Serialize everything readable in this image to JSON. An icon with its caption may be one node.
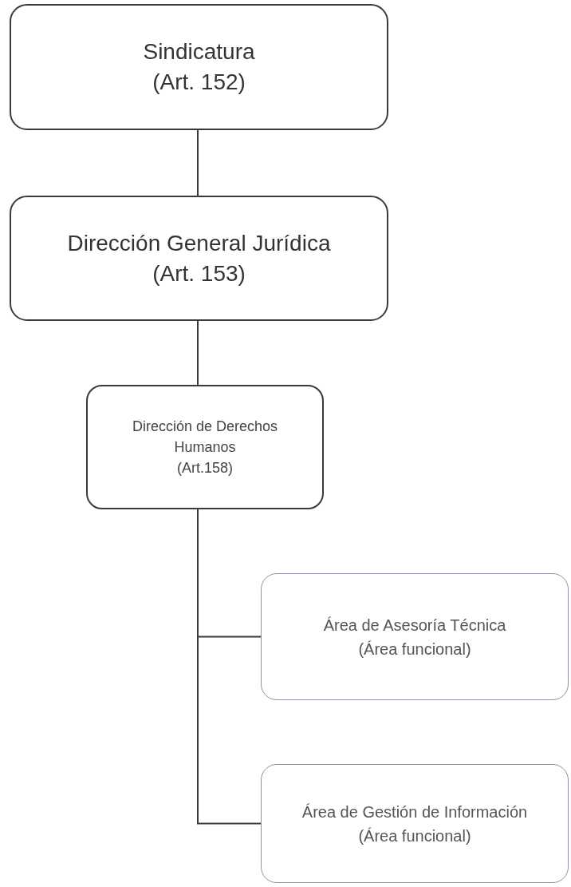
{
  "diagram": {
    "nodes": [
      {
        "text": [
          "Sindicatura",
          "(Art. 152)"
        ]
      },
      {
        "text": [
          "Dirección General Jurídica",
          "(Art. 153)"
        ]
      },
      {
        "text": [
          "Dirección de Derechos Humanos",
          "(Art.158)"
        ]
      },
      {
        "text": [
          "Área de Asesoría Técnica",
          "(Área funcional)"
        ]
      },
      {
        "text": [
          "Área de Gestión de Información",
          "(Área funcional)"
        ]
      }
    ],
    "edges": [
      {
        "from": 0,
        "to": 1,
        "arrow": "none"
      },
      {
        "from": 1,
        "to": 2,
        "arrow": "none"
      },
      {
        "from": 2,
        "to": 3,
        "arrow": "none"
      },
      {
        "from": 2,
        "to": 4,
        "arrow": "none"
      }
    ]
  }
}
